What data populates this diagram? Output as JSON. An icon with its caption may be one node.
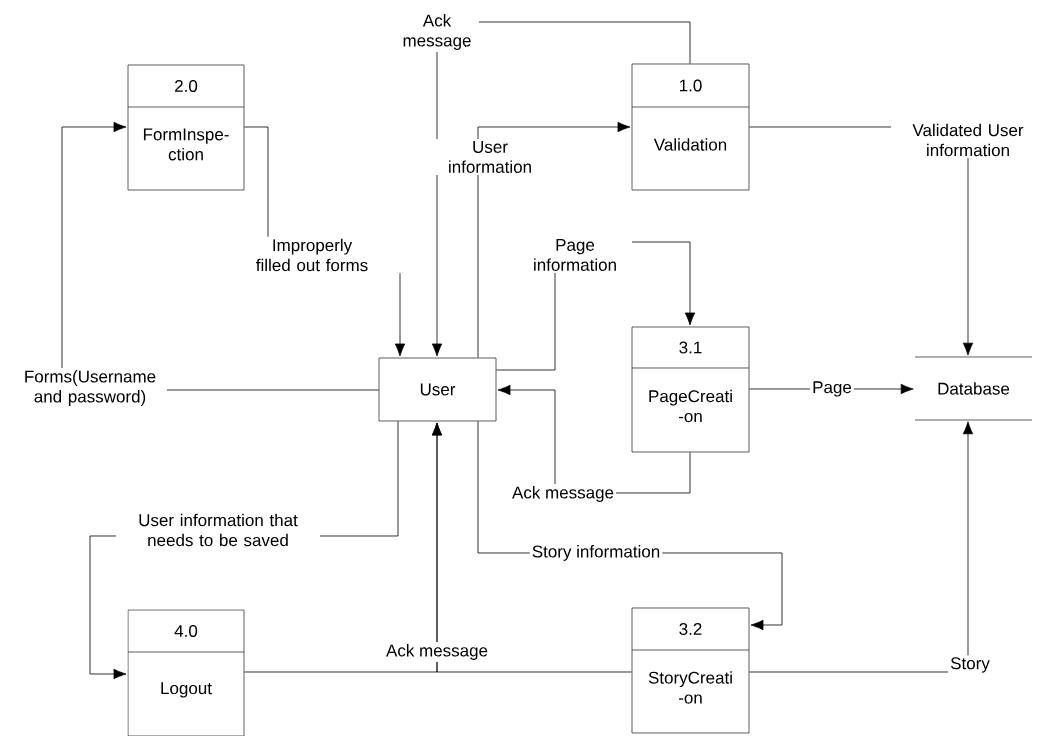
{
  "diagram": {
    "nodes": [
      {
        "text": [
          "2.0",
          "FormInspe- ction"
        ]
      },
      {
        "text": [
          "1.0",
          "Validation"
        ]
      },
      {
        "text": [
          "User"
        ]
      },
      {
        "text": [
          "3.1",
          "PageCreati -on"
        ]
      },
      {
        "text": [
          "Database"
        ]
      },
      {
        "text": [
          "4.0",
          "Logout"
        ]
      },
      {
        "text": [
          "3.2",
          "StoryCreati -on"
        ]
      }
    ],
    "edges": [
      {
        "from": 2,
        "to": 1,
        "arrow": "to",
        "label": "User information"
      },
      {
        "from": 1,
        "to": 2,
        "arrow": "to",
        "label": "Ack message"
      },
      {
        "from": 1,
        "to": 4,
        "arrow": "to",
        "label": "Validated User information"
      },
      {
        "from": 2,
        "to": 0,
        "arrow": "to",
        "label": "Forms(Username and password)"
      },
      {
        "from": 0,
        "to": 2,
        "arrow": "to",
        "label": "Improperly filled out forms"
      },
      {
        "from": 2,
        "to": 3,
        "arrow": "to",
        "label": "Page information"
      },
      {
        "from": 3,
        "to": 2,
        "arrow": "to",
        "label": "Ack message"
      },
      {
        "from": 3,
        "to": 4,
        "arrow": "to",
        "label": "Page"
      },
      {
        "from": 2,
        "to": 6,
        "arrow": "to",
        "label": "Story information"
      },
      {
        "from": 6,
        "to": 4,
        "arrow": "to",
        "label": "Story"
      },
      {
        "from": 2,
        "to": 5,
        "arrow": "to",
        "label": "User information that needs to be saved"
      },
      {
        "from": 6,
        "to": 2,
        "arrow": "to",
        "label": "Ack message"
      },
      {
        "from": 5,
        "to": 2,
        "arrow": "to"
      }
    ]
  }
}
